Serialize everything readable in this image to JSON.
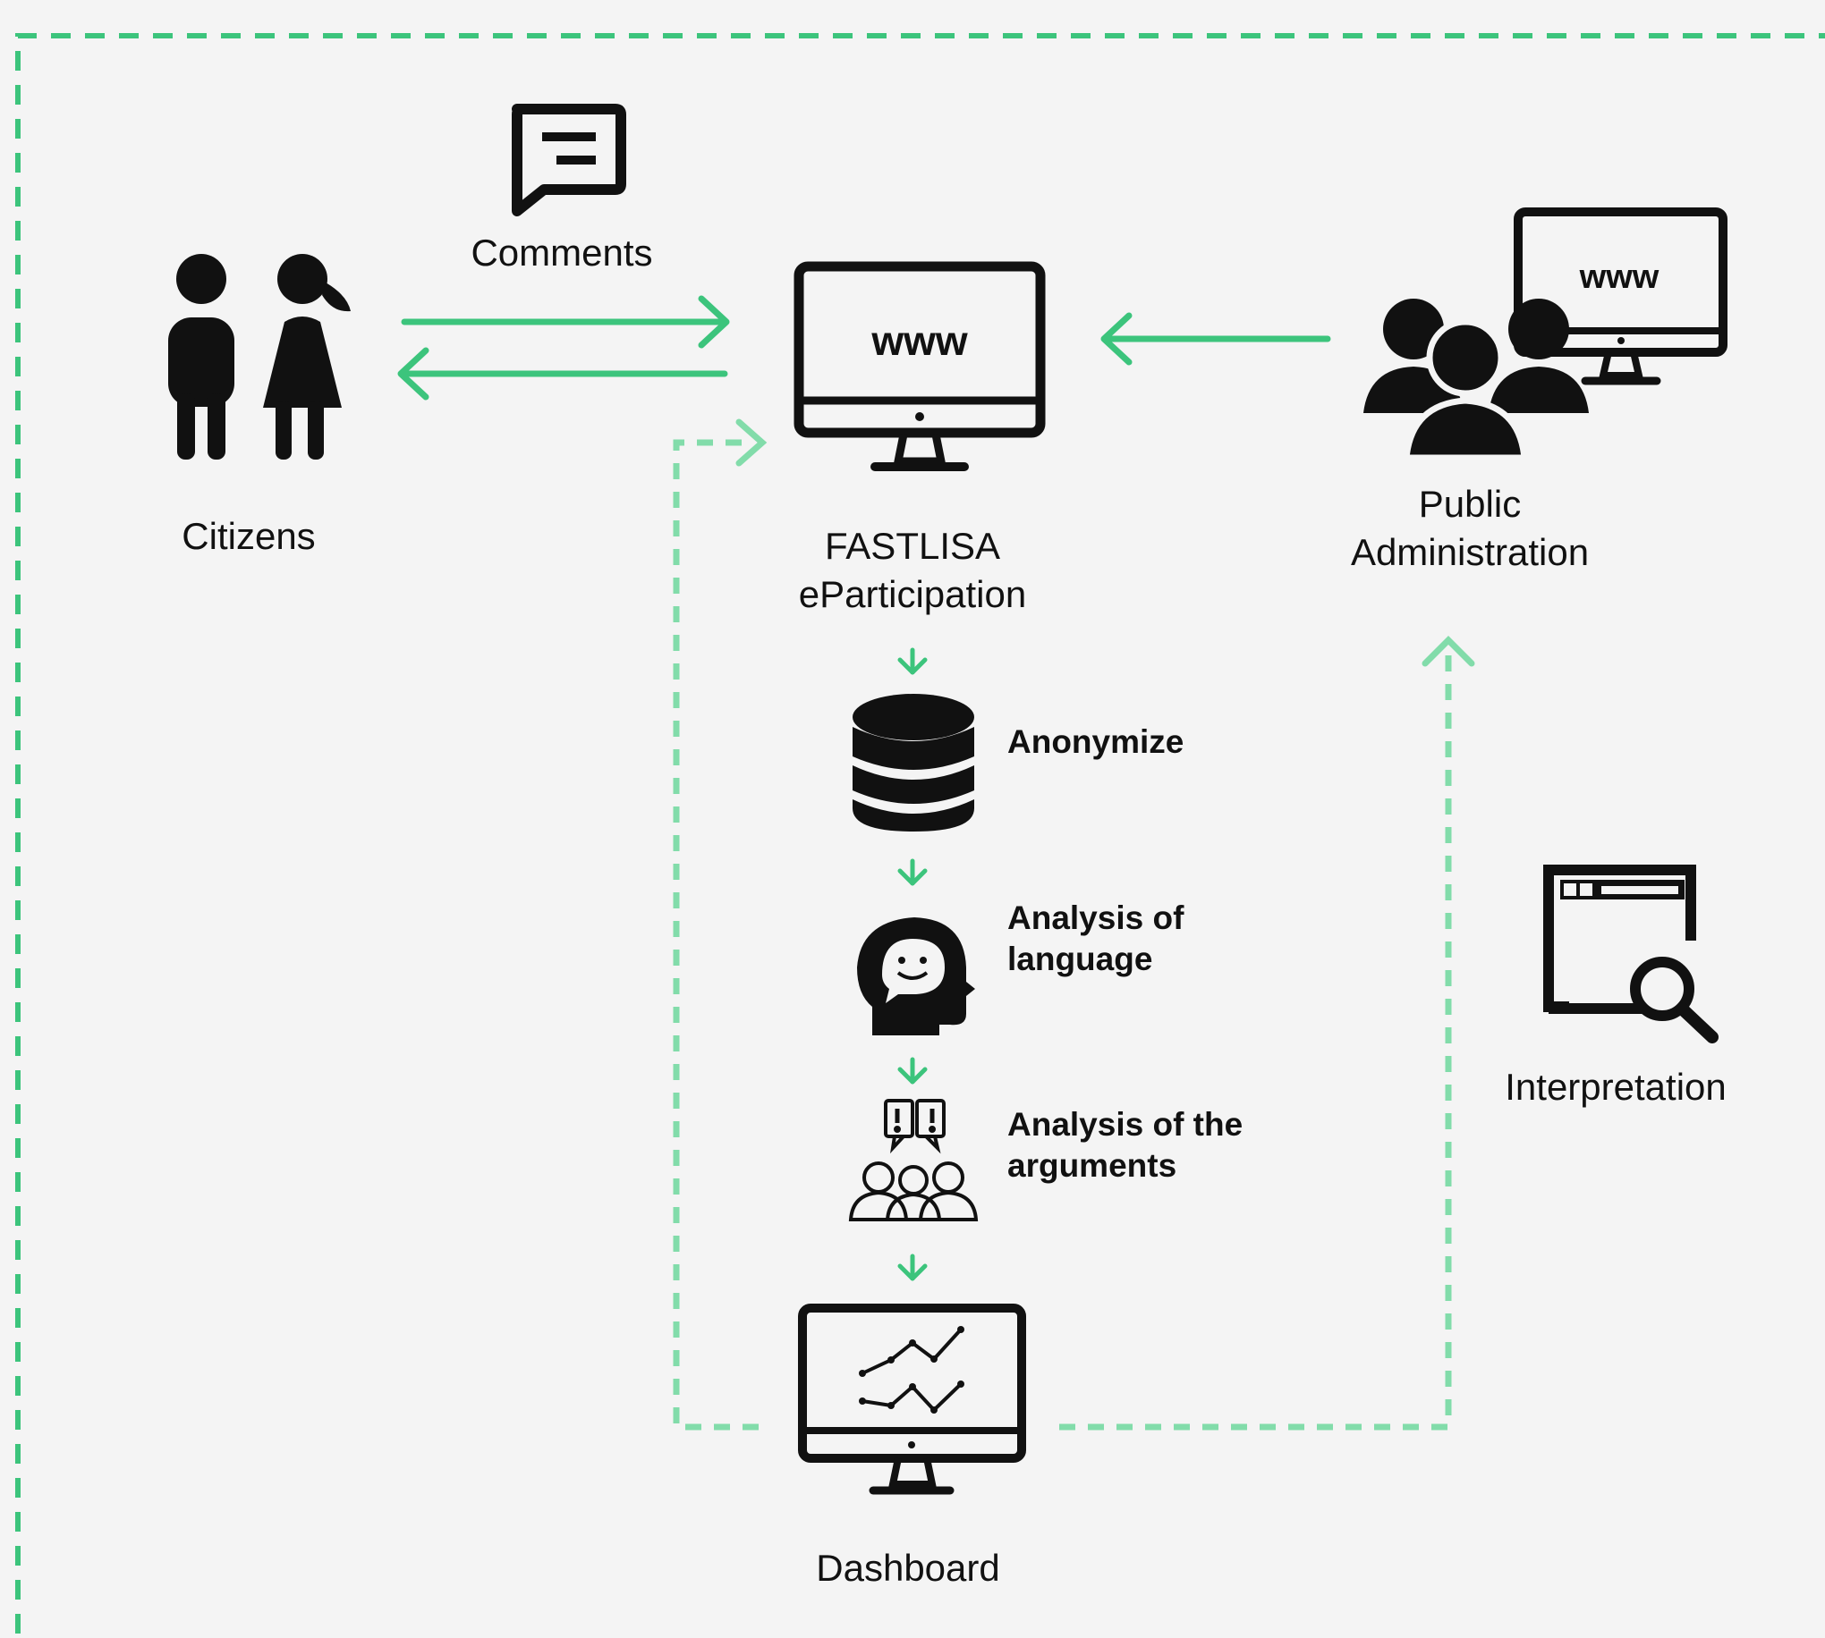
{
  "colors": {
    "background": "#f4f4f4",
    "accent": "#3cc47c",
    "accent_light": "#82dcaa",
    "ink": "#111111"
  },
  "nodes": {
    "citizens": {
      "label": "Citizens",
      "icon": "people-icon"
    },
    "comments": {
      "label": "Comments",
      "icon": "comment-icon"
    },
    "platform": {
      "line1": "FASTLISA",
      "line2": "eParticipation",
      "icon": "www-monitor-icon",
      "screen_text": "www"
    },
    "public_admin": {
      "line1": "Public",
      "line2": "Administration",
      "icon": "group-monitor-icon",
      "screen_text": "www"
    },
    "interpretation": {
      "label": "Interpretation",
      "icon": "browser-search-icon"
    },
    "dashboard": {
      "label": "Dashboard",
      "icon": "chart-monitor-icon"
    }
  },
  "steps": [
    {
      "line1": "Anonymize",
      "line2": "",
      "icon": "database-icon"
    },
    {
      "line1": "Analysis of",
      "line2": "language",
      "icon": "head-speech-icon"
    },
    {
      "line1": "Analysis of the",
      "line2": "arguments",
      "icon": "arguing-people-icon"
    }
  ]
}
